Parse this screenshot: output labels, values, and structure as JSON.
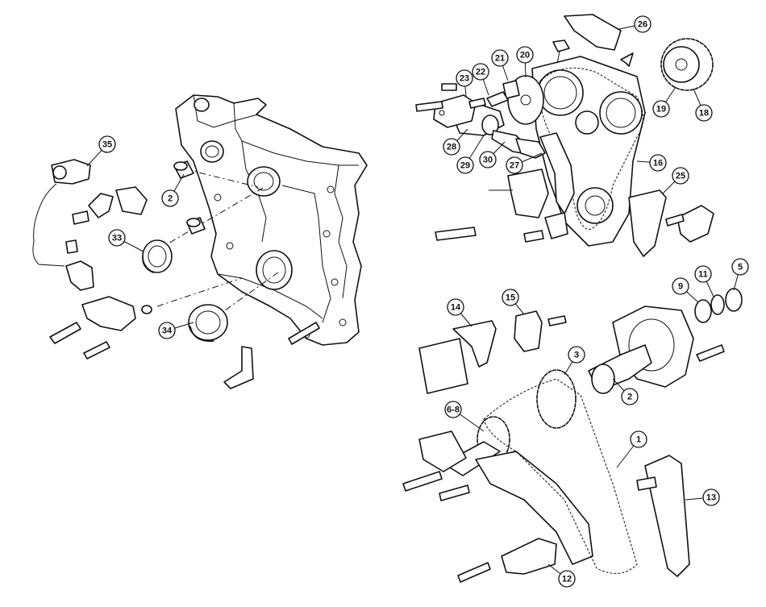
{
  "callouts": [
    {
      "id": "c35",
      "label": "35"
    },
    {
      "id": "c2a",
      "label": "2"
    },
    {
      "id": "c33",
      "label": "33"
    },
    {
      "id": "c34",
      "label": "34"
    },
    {
      "id": "c26",
      "label": "26"
    },
    {
      "id": "c21",
      "label": "21"
    },
    {
      "id": "c20",
      "label": "20"
    },
    {
      "id": "c22",
      "label": "22"
    },
    {
      "id": "c23",
      "label": "23"
    },
    {
      "id": "c28",
      "label": "28"
    },
    {
      "id": "c29",
      "label": "29"
    },
    {
      "id": "c30",
      "label": "30"
    },
    {
      "id": "c27",
      "label": "27"
    },
    {
      "id": "c16",
      "label": "16"
    },
    {
      "id": "c19",
      "label": "19"
    },
    {
      "id": "c18",
      "label": "18"
    },
    {
      "id": "c25",
      "label": "25"
    },
    {
      "id": "c14",
      "label": "14"
    },
    {
      "id": "c15",
      "label": "15"
    },
    {
      "id": "c9",
      "label": "9"
    },
    {
      "id": "c11",
      "label": "11"
    },
    {
      "id": "c5",
      "label": "5"
    },
    {
      "id": "c3",
      "label": "3"
    },
    {
      "id": "c2b",
      "label": "2"
    },
    {
      "id": "c68",
      "label": "6-8"
    },
    {
      "id": "c1",
      "label": "1"
    },
    {
      "id": "c13",
      "label": "13"
    },
    {
      "id": "c12",
      "label": "12"
    }
  ]
}
